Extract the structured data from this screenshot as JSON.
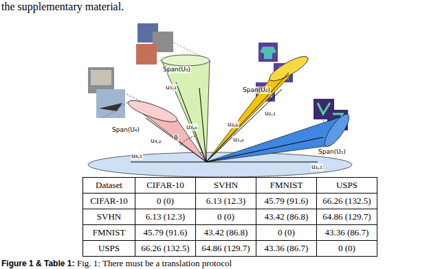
{
  "diagram": {
    "caption": "Figure 1 & Table 1:",
    "labels": [
      "the supplementary material.",
      "Span(U₃)",
      "u₃,₁",
      "u₃,ₚ",
      "Span(U₂)",
      "u₂,ₚ",
      "u₂,₁",
      "Span(U₄)",
      "u₄,ₚ",
      "u₄,₁",
      "θ",
      "Span(U₁)",
      "u₁,ₚ",
      "u₁,₁",
      "Dataset",
      "CIFAR-10",
      "SVHN",
      "FMNIST",
      "USPS",
      "CIFAR-10",
      "0 (0)",
      "6.13 (12.3)",
      "45.79 (91.6)",
      "66.26 (132.5)",
      "SVHN",
      "6.13 (12.3)",
      "0 (0)",
      "43.42 (86.8)",
      "64.86 (129.7)",
      "FMNIST",
      "45.79 (91.6)",
      "43.42 (86.8)",
      "0 (0)",
      "43.36 (86.7)",
      "USPS",
      "66.26 (132.5)",
      "64.86 (129.7)",
      "43.36 (86.7)",
      "0 (0)",
      "Fig. 1: There must be a translation protocol"
    ]
  }
}
